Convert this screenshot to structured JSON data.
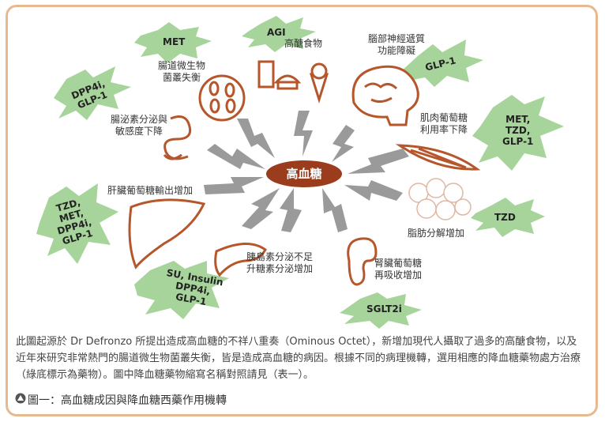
{
  "center": "高血糖",
  "causes": {
    "gut_microbiota": "腸道微生物\n菌叢失衡",
    "high_sugar_food": "高醣食物",
    "brain": "腦部神經遞質\n功能障礙",
    "incretin": "腸泌素分泌與\n敏感度下降",
    "muscle": "肌肉葡萄糖\n利用率下降",
    "liver": "肝臟葡萄糖輸出增加",
    "fat": "脂肪分解增加",
    "pancreas": "胰島素分泌不足\n升糖素分泌增加",
    "kidney": "腎臟葡萄糖\n再吸收增加"
  },
  "drugs": {
    "gut_microbiota": "MET",
    "high_sugar_food": "AGI",
    "brain": "GLP-1",
    "incretin": "DPP4i,\nGLP-1",
    "muscle": "MET,\nTZD,\nGLP-1",
    "liver": "TZD,\nMET,\nDPP4i,\nGLP-1",
    "fat": "TZD",
    "pancreas": "SU, Insulin\nDPP4i,\nGLP-1",
    "kidney": "SGLT2i"
  },
  "caption": "此圖起源於 Dr Defronzo 所提出造成高血糖的不祥八重奏（Ominous Octet），新增加現代人攝取了過多的高醣食物，以及近年來研究非常熱門的腸道微生物菌叢失衡，皆是造成高血糖的病因。根據不同的病理機轉，選用相應的降血糖藥物處方治療（綠底標示為藥物）。圖中降血糖藥物縮寫名稱對照請見（表一）。",
  "figure_title": "圖一：高血糖成因與降血糖西藥作用機轉",
  "colors": {
    "border": "#e7b98f",
    "center_fill": "#9b3c1c",
    "icon": "#b5562b",
    "drug_burst": "#a6d49a",
    "bolt": "#9a9a9a"
  }
}
